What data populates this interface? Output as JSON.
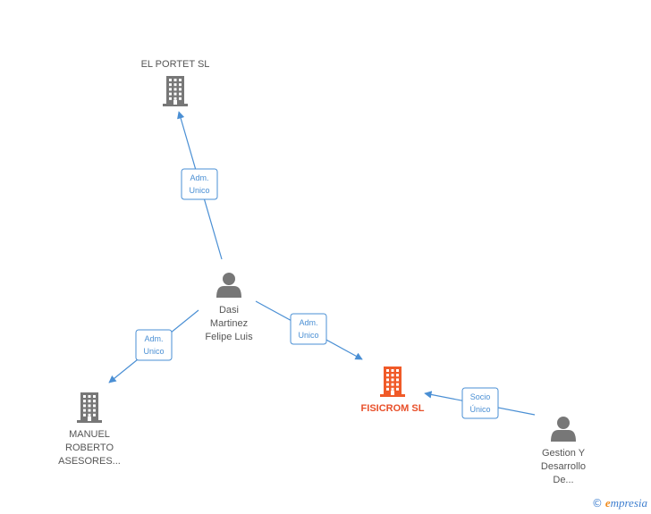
{
  "nodes": [
    {
      "id": "el-portet",
      "type": "company",
      "lines": [
        "EL PORTET SL"
      ],
      "color": "#777777"
    },
    {
      "id": "dasi",
      "type": "person",
      "lines": [
        "Dasi",
        "Martinez",
        "Felipe Luis"
      ],
      "color": "#777777"
    },
    {
      "id": "manuel-roberto",
      "type": "company",
      "lines": [
        "MANUEL",
        "ROBERTO",
        "ASESORES..."
      ],
      "color": "#777777"
    },
    {
      "id": "fisicrom",
      "type": "company",
      "lines": [
        "FISICROM SL"
      ],
      "color": "#f05a28",
      "highlight": true
    },
    {
      "id": "gestion",
      "type": "person",
      "lines": [
        "Gestion Y",
        "Desarrollo",
        "De..."
      ],
      "color": "#777777"
    }
  ],
  "edges": [
    {
      "from": "dasi",
      "to": "el-portet",
      "label": [
        "Adm.",
        "Unico"
      ]
    },
    {
      "from": "dasi",
      "to": "manuel-roberto",
      "label": [
        "Adm.",
        "Unico"
      ]
    },
    {
      "from": "dasi",
      "to": "fisicrom",
      "label": [
        "Adm.",
        "Unico"
      ]
    },
    {
      "from": "gestion",
      "to": "fisicrom",
      "label": [
        "Socio",
        "Único"
      ]
    }
  ],
  "colors": {
    "edge": "#4a8fd4",
    "icon": "#777777",
    "highlight": "#f05a28"
  },
  "brand": {
    "copyright": "©",
    "initial": "e",
    "rest": "mpresia"
  }
}
